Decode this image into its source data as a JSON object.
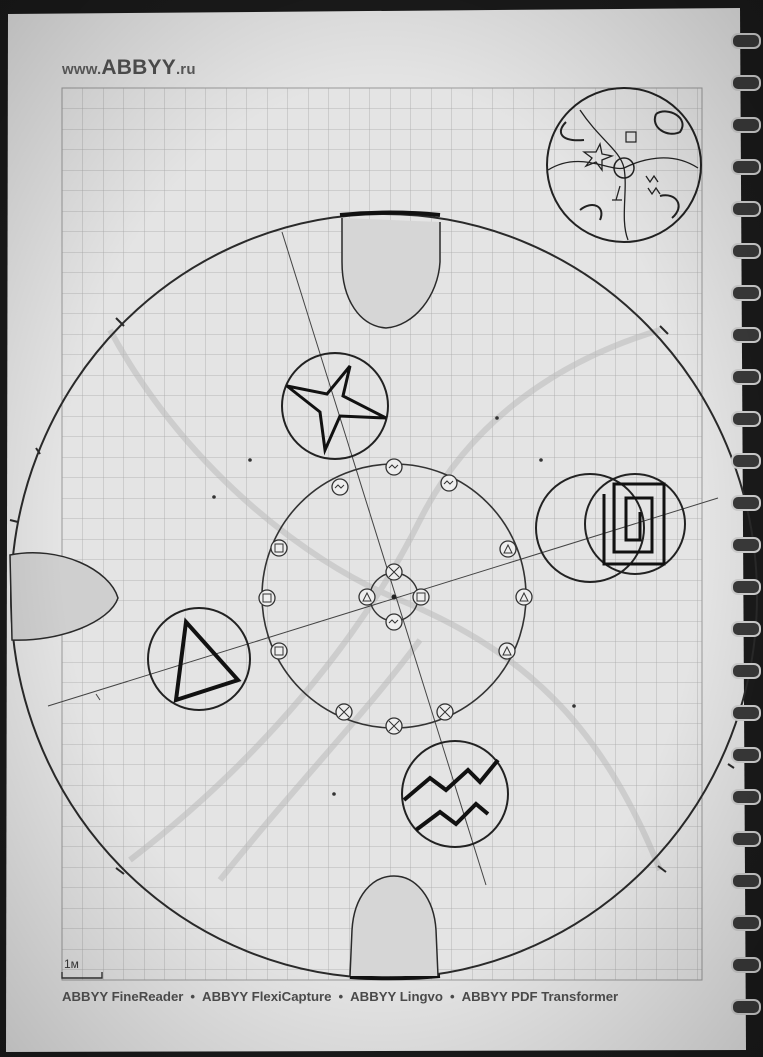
{
  "header": {
    "url_prefix": "www.",
    "url_brand": "ABBYY",
    "url_suffix": ".ru"
  },
  "footer": {
    "products": [
      "ABBYY FineReader",
      "ABBYY FlexiCapture",
      "ABBYY Lingvo",
      "ABBYY PDF Transformer"
    ],
    "separator": "•"
  },
  "scale_label": "1м",
  "colors": {
    "paper": "#e4e4e4",
    "grid": "#a8a8a8",
    "ink": "#2a2a2a",
    "background": "#1a1a1a"
  },
  "icons": [
    "star-symbol-icon",
    "spiral-symbol-icon",
    "triangle-symbol-icon",
    "wave-symbol-icon"
  ]
}
